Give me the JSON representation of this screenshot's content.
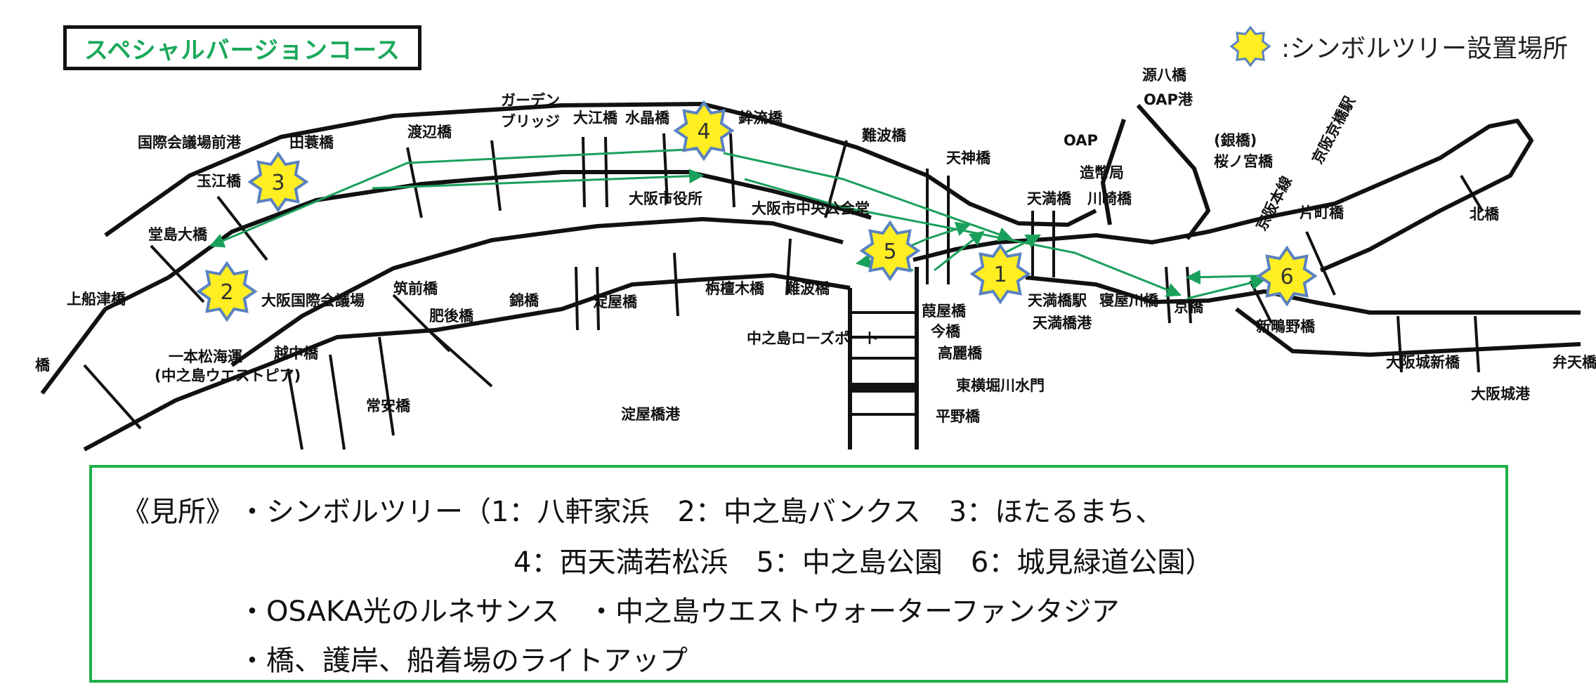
{
  "title": "スペシャルバージョンコース",
  "legend": {
    "icon": "star-icon",
    "label": ":シンボルツリー設置場所",
    "star_fill": "#ffee22",
    "star_stroke": "#5a82c0"
  },
  "colors": {
    "route": "#1aa05a",
    "box_border": "#22b04a"
  },
  "stars": [
    "1",
    "2",
    "3",
    "4",
    "5",
    "6"
  ],
  "map_labels": [
    "ガーデン",
    "ブリッジ",
    "渡辺橋",
    "大江橋",
    "水晶橋",
    "鉾流橋",
    "難波橋",
    "天神橋",
    "天満橋",
    "川崎橋",
    "造幣局",
    "OAP",
    "源八橋",
    "OAP港",
    "(銀橋)",
    "桜ノ宮橋",
    "京阪京橋駅",
    "京阪本線",
    "片町橋",
    "北橋",
    "京橋",
    "寝屋川橋",
    "天満橋駅",
    "天満橋港",
    "新鴫野橋",
    "大阪城新橋",
    "大阪城港",
    "弁天橋",
    "葭屋橋",
    "今橋",
    "高麗橋",
    "東横堀川水門",
    "平野橋",
    "中之島ローズポート",
    "淀屋橋港",
    "淀屋橋",
    "栴檀木橋",
    "難波橋",
    "大阪市役所",
    "大阪市中央公会堂",
    "錦橋",
    "肥後橋",
    "筑前橋",
    "越中橋",
    "常安橋",
    "一本松海運",
    "(中之島ウエストピア)",
    "上船津橋",
    "堂島大橋",
    "玉江橋",
    "田蓑橋",
    "国際会議場前港",
    "大阪国際会議場",
    "橋"
  ],
  "info": {
    "heading": "《見所》",
    "line1": "・シンボルツリー（1：八軒家浜　2：中之島バンクス　3：ほたるまち、",
    "line2": "4：西天満若松浜　5：中之島公園　6：城見緑道公園）",
    "line3": "・OSAKA光のルネサンス　・中之島ウエストウォーターファンタジア",
    "line4": "・橋、護岸、船着場のライトアップ"
  }
}
